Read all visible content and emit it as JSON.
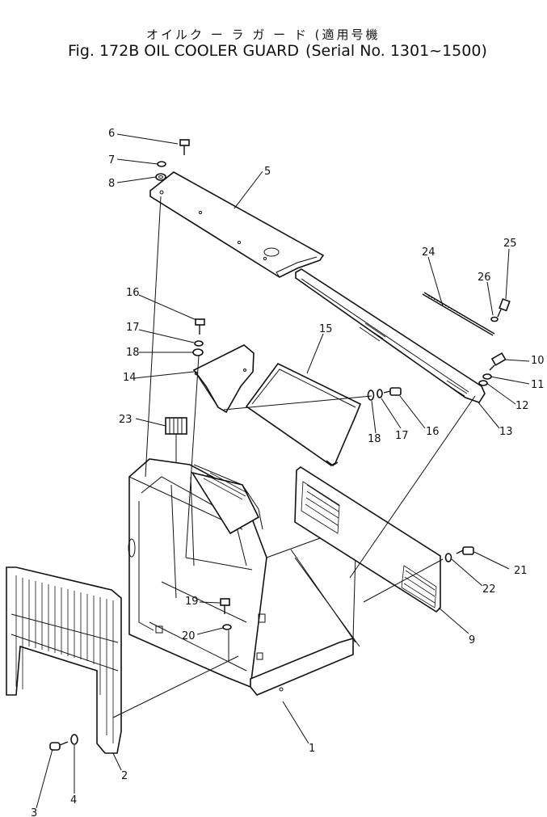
{
  "header": {
    "title_jp": "オイルク ー ラ ガ ー ド",
    "title_en": "Fig. 172B OIL COOLER GUARD",
    "serial_jp": "適用号機",
    "serial_en": "Serial No. 1301~1500"
  },
  "callouts": [
    {
      "id": "c1",
      "label": "1"
    },
    {
      "id": "c2",
      "label": "2"
    },
    {
      "id": "c3",
      "label": "3"
    },
    {
      "id": "c4",
      "label": "4"
    },
    {
      "id": "c5",
      "label": "5"
    },
    {
      "id": "c6",
      "label": "6"
    },
    {
      "id": "c7",
      "label": "7"
    },
    {
      "id": "c8",
      "label": "8"
    },
    {
      "id": "c9",
      "label": "9"
    },
    {
      "id": "c10",
      "label": "10"
    },
    {
      "id": "c11",
      "label": "11"
    },
    {
      "id": "c12",
      "label": "12"
    },
    {
      "id": "c13",
      "label": "13"
    },
    {
      "id": "c14",
      "label": "14"
    },
    {
      "id": "c15",
      "label": "15"
    },
    {
      "id": "c16a",
      "label": "16"
    },
    {
      "id": "c16b",
      "label": "16"
    },
    {
      "id": "c17a",
      "label": "17"
    },
    {
      "id": "c17b",
      "label": "17"
    },
    {
      "id": "c18a",
      "label": "18"
    },
    {
      "id": "c18b",
      "label": "18"
    },
    {
      "id": "c19",
      "label": "19"
    },
    {
      "id": "c20",
      "label": "20"
    },
    {
      "id": "c21",
      "label": "21"
    },
    {
      "id": "c22",
      "label": "22"
    },
    {
      "id": "c23",
      "label": "23"
    },
    {
      "id": "c24",
      "label": "24"
    },
    {
      "id": "c25",
      "label": "25"
    },
    {
      "id": "c26",
      "label": "26"
    }
  ]
}
